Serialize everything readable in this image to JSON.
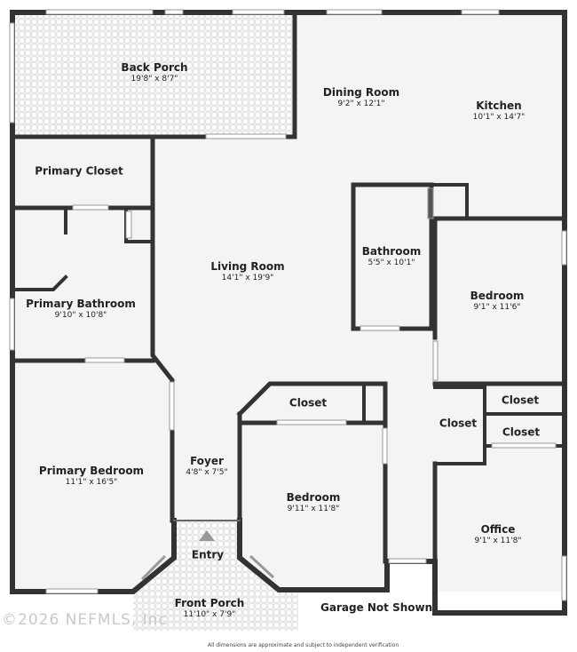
{
  "rooms": {
    "back_porch": {
      "name": "Back Porch",
      "dims": "19'8\" x 8'7\""
    },
    "dining_room": {
      "name": "Dining Room",
      "dims": "9'2\" x 12'1\""
    },
    "kitchen": {
      "name": "Kitchen",
      "dims": "10'1\" x 14'7\""
    },
    "primary_closet": {
      "name": "Primary Closet",
      "dims": ""
    },
    "living_room": {
      "name": "Living Room",
      "dims": "14'1\" x 19'9\""
    },
    "bathroom": {
      "name": "Bathroom",
      "dims": "5'5\" x 10'1\""
    },
    "bedroom_right": {
      "name": "Bedroom",
      "dims": "9'1\" x 11'6\""
    },
    "primary_bathroom": {
      "name": "Primary Bathroom",
      "dims": "9'10\" x 10'8\""
    },
    "closet_mid": {
      "name": "Closet",
      "dims": ""
    },
    "closet_right_top": {
      "name": "Closet",
      "dims": ""
    },
    "closet_right_mid": {
      "name": "Closet",
      "dims": ""
    },
    "closet_right_bottom": {
      "name": "Closet",
      "dims": ""
    },
    "primary_bedroom": {
      "name": "Primary Bedroom",
      "dims": "11'1\" x 16'5\""
    },
    "foyer": {
      "name": "Foyer",
      "dims": "4'8\" x 7'5\""
    },
    "bedroom_center": {
      "name": "Bedroom",
      "dims": "9'11\" x 11'8\""
    },
    "office": {
      "name": "Office",
      "dims": "9'1\" x 11'8\""
    },
    "entry": {
      "name": "Entry",
      "dims": ""
    },
    "front_porch": {
      "name": "Front Porch",
      "dims": "11'10\" x 7'9\""
    }
  },
  "notes": {
    "garage": "Garage Not Shown",
    "copyright": "©2026 NEFMLS, Inc",
    "disclaimer": "All dimensions are approximate and subject to independent verification"
  },
  "colors": {
    "wall": "#333333",
    "floor": "#f4f4f4",
    "tile": "#e9e9e9",
    "arrow": "#999999"
  }
}
